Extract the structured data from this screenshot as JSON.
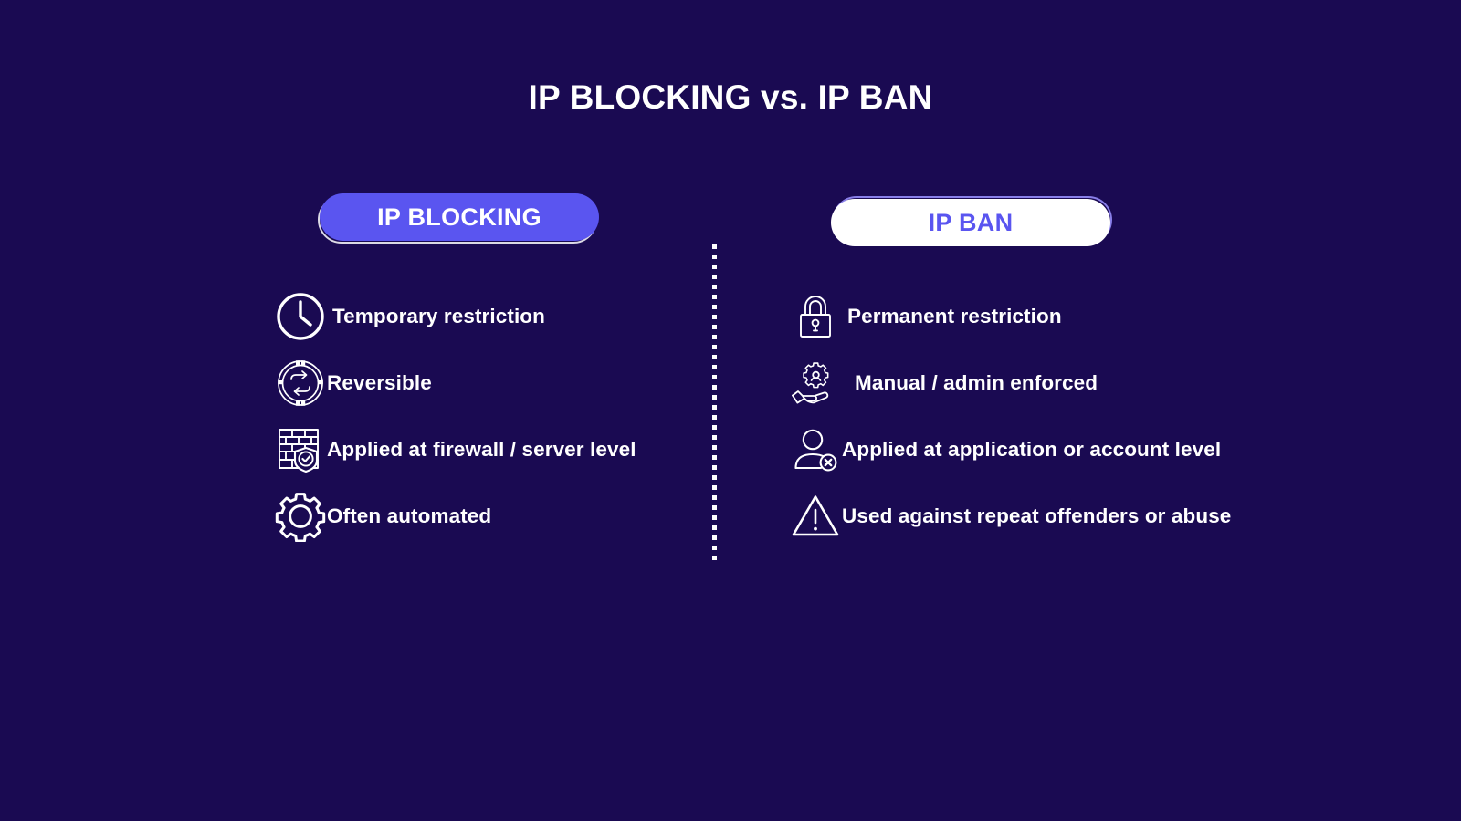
{
  "page": {
    "title": "IP BLOCKING vs. IP BAN",
    "background_color": "#1a0a52",
    "accent_color": "#5a55f0",
    "text_color": "#ffffff"
  },
  "columns": {
    "left": {
      "pill_label": "IP BLOCKING",
      "pill_fill": "#5a55f0",
      "pill_text_color": "#ffffff",
      "items": [
        {
          "icon": "clock-icon",
          "label": "Temporary restriction"
        },
        {
          "icon": "reversible-arrows-icon",
          "label": "Reversible"
        },
        {
          "icon": "firewall-shield-icon",
          "label": "Applied at firewall / server level"
        },
        {
          "icon": "gear-icon",
          "label": "Often automated"
        }
      ]
    },
    "right": {
      "pill_label": "IP BAN",
      "pill_fill": "#ffffff",
      "pill_text_color": "#5a55f0",
      "items": [
        {
          "icon": "padlock-icon",
          "label": "Permanent restriction"
        },
        {
          "icon": "hand-gear-admin-icon",
          "label": "Manual / admin enforced"
        },
        {
          "icon": "user-blocked-icon",
          "label": "Applied at application or account level"
        },
        {
          "icon": "warning-triangle-icon",
          "label": "Used against repeat offenders or abuse"
        }
      ]
    }
  },
  "divider": {
    "style": "vertical-dotted",
    "color": "#ffffff"
  }
}
